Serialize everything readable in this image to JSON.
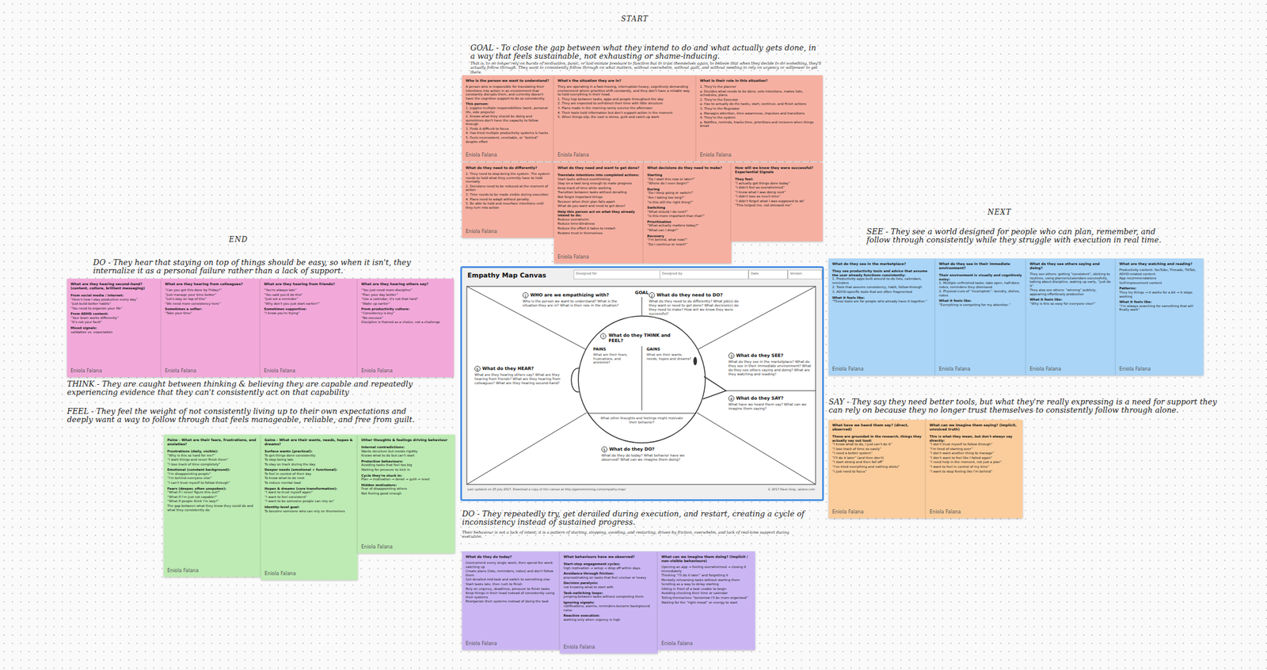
{
  "diagram": {
    "nodes": [
      {
        "text": [
          "Who is the person we want to understand?",
          "A person who is responsible for translating their intentions into action in an environment that constantly disrupts them, and currently doesn't have the cognitive support to do so consistently.",
          "This person:",
          "1. Juggles multiple responsibilities (work, personal life, side projects)",
          "2. Knows what they should be doing and sometimes don't have the capacity to follow through",
          "3. Finds it difficult to focus",
          "4. Has tried multiple productivity systems & hacks",
          "5. Feels inconsistent, unreliable, or “behind” despite effort",
          "Eniola Falana"
        ]
      },
      {
        "text": [
          "What's the situation they are in?",
          "They are operating in a fast-moving, interruption-heavy, cognitively demanding environment where priorities shift constantly, and they don't have a reliable way to hold everything in their head.",
          "1. They hop between tasks, apps and people throughout the day",
          "2. They are expected to self-direct their time with little structure",
          "3. Plans made in the morning rarely survive the afternoon",
          "4. Their tools hold information but don't support action in the moment",
          "5. When things slip, the cost is stress, guilt and catch-up work",
          "Eniola Falana"
        ]
      },
      {
        "text": [
          "What is their role in this situation?",
          "1. They're the planner",
          "a. Decides what needs to be done, sets intentions, makes lists, schedules, plans.",
          "2. They're the Executor",
          "a. Has to actually do the tasks, start, continue, and finish actions",
          "3. They're the Regulator",
          "a. Manages attention, time awareness, impulses and transitions",
          "4. They're the system",
          "a. Notifies, reminds, tracks time, prioritises and recovers when things break",
          "Eniola Falana"
        ]
      },
      {
        "text": [
          "What do they need to do differently?",
          "1. They need to stop being the system. The system needs to hold what they currently have to hold mentally.",
          "2. Decisions need to be reduced at the moment of action",
          "3. Time needs to be made visible during execution",
          "4. Plans need to adapt without penalty",
          "5. Be able to hold and resurface intentions until they turn into action",
          "Eniola Falana"
        ]
      },
      {
        "text": [
          "What do they need and want to get done?",
          "Translate intentions into completed actions:",
          "Start tasks without overthinking",
          "Stay on a task long enough to make progress",
          "Keep track of time while working",
          "Transition between tasks without derailing",
          "Not forget important things",
          "Recover when their plan falls apart",
          "What do you want and need to get done?",
          "Help this person act on what they already intend to do:",
          "Reduce overwhelm",
          "Reduce time-blindness",
          "Reduce the effort it takes to restart",
          "Restore trust in themselves",
          "Eniola Falana"
        ]
      },
      {
        "text": [
          "What decisions do they need to make?",
          "Starting",
          "“Do I start this now or later?”",
          "“Where do I even begin?”",
          "During",
          "“Do I keep going or switch?”",
          "“Am I taking too long?”",
          "“Is this still the right thing?”",
          "Switching",
          "“What should I do next?”",
          "“Is this more important than that?”",
          "Prioritisation",
          "“What actually matters today?”",
          "“What can I drop?”",
          "Recovery",
          "“I'm behind, what now?”",
          "“Do I continue or reset?”"
        ]
      },
      {
        "text": [
          "How will we know they were successful? Experiential Signals",
          "They feel:",
          "“I actually got things done today”",
          "“I didn't feel as overwhelmed”",
          "“I knew what I was doing next”",
          "“I didn't lose as much time”",
          "“I didn't forget what I was supposed to do”",
          "“This helped me, not stressed me”"
        ]
      },
      {
        "text": [
          "Empathy Map Canvas",
          "Designed for",
          "Designed by",
          "Date",
          "Version",
          "GOAL",
          "Last updated on 25 July 2017. Download a copy of this canvas at http://gamestorming.com/empathy-map/",
          "© 2017 Dave Gray, xplane.com"
        ]
      },
      {
        "text": [
          "1",
          "WHO are we empathizing with?",
          "Who is the person we want to understand? What is the situation they are in? What is their role in the situation?"
        ],
        "in": 7
      },
      {
        "text": [
          "2",
          "What do they need to DO?",
          "What do they need to do differently? What job(s) do they want or need to get done? What decision(s) do they need to make? How will we know they were successful?"
        ],
        "in": 7
      },
      {
        "text": [
          "7",
          "What do they THINK and FEEL?",
          "PAINS",
          "What are their fears, frustrations, and anxieties?",
          "GAINS",
          "What are their wants, needs, hopes and dreams?",
          "What other thoughts and feelings might motivate their behavior?"
        ],
        "in": 7
      },
      {
        "text": [
          "3",
          "What do they SEE?",
          "What do they see in the marketplace? What do they see in their immediate environment? What do they see others saying and doing? What are they watching and reading?"
        ],
        "in": 7
      },
      {
        "text": [
          "4",
          "What do they SAY?",
          "What have we heard them say? What can we imagine them saying?"
        ],
        "in": 7
      },
      {
        "text": [
          "5",
          "What do they DO?",
          "What do they do today? What behavior have we observed? What can we imagine them doing?"
        ],
        "in": 7
      },
      {
        "text": [
          "6",
          "What do they HEAR?",
          "What are they hearing others say? What are they hearing from friends? What are they hearing from colleagues? What are they hearing second-hand?"
        ],
        "in": 7
      },
      {
        "text": [
          "What are they hearing second-hand? (content, culture, brilliant messaging)",
          "From social media / internet:",
          "“Here's how I stay productive every day”",
          "“Just build better habits”",
          "“You need to organize your life”",
          "From ADHD content:",
          "“Your brain works differently”",
          "“It's not your fault”",
          "Mixed signals:",
          "validation vs. expectation",
          "Eniola Falana"
        ]
      },
      {
        "text": [
          "What are they hearing from colleagues?",
          "“Can you get this done by Friday?”",
          "“Just manage your time better”",
          "“Let's stay on top of this”",
          "“We need more consistency here”",
          "Sometimes a softer:",
          "“Take your time”",
          "Eniola Falana"
        ]
      },
      {
        "text": [
          "What are they hearing from friends?",
          "“You're always late”",
          "“You said you'd do this”",
          "“Just set a reminder”",
          "“Why don't you just start earlier?”",
          "Sometimes supportive:",
          "“I know you're trying”",
          "Eniola Falana"
        ]
      },
      {
        "text": [
          "What are they hearing others say?",
          "“You just need more discipline”",
          "“Plan your day better”",
          "“Use a calendar, it's not that hard”",
          "“Wake up earlier”",
          "From productivity culture:",
          "“Consistency is key”",
          "“No excuses”",
          "Discipline is framed as a choice, not a challenge",
          "Eniola Falana"
        ]
      },
      {
        "text": [
          "Pains - What are their fears, frustrations, and anxieties?",
          "Frustrations (daily, visible):",
          "“Why is this so hard for me?”",
          "“I start things and never finish them”",
          "“I lose track of time completely”",
          "Emotional (constant background):",
          "“I'm disappointing people”",
          "“I'm behind everyone else”",
          "“I can't trust myself to follow through”",
          "Fears (deeper, often unspoken):",
          "“What if I never figure this out?”",
          "“What if I'm just not capable?”",
          "“What if people think I'm lazy?”",
          "The gap between what they know they could do and what they consistently do.",
          "Eniola Falana"
        ]
      },
      {
        "text": [
          "Gains - What are their wants, needs, hopes & dreams?",
          "Surface wants (practical):",
          "To get things done consistently",
          "To stop being late",
          "To stay on track during the day",
          "Deeper needs (emotional + functional):",
          "To feel in control of their day",
          "To know what to do next",
          "To reduce mental load",
          "Hopes & dreams (core transformation):",
          "“I want to trust myself again”",
          "“I want to feel consistent”",
          "“I want to be someone people can rely on”",
          "Identity-level goal:",
          "To become someone who can rely on themselves",
          "Eniola Falana"
        ]
      },
      {
        "text": [
          "Other thoughts & feelings driving behaviour",
          "Internal contradictions:",
          "Wants structure but resists rigidity",
          "Knows what to do but can't start",
          "Protective behaviours:",
          "Avoiding tasks that feel too big",
          "Waiting for pressure to kick in",
          "Cycle they're stuck in:",
          "Plan → motivation → derail → guilt → reset",
          "Hidden motivators:",
          "Fear of disappointing others",
          "Not feeling good enough",
          "Eniola Falana"
        ]
      },
      {
        "text": [
          "What do they see in the marketplace?",
          "They see productivity tools and advice that assume the user already functions consistently:",
          "1. Productivity apps built around to-do lists, calendars, reminders",
          "2. Tools that assume consistency, habit, follow-through",
          "3. ADHD-specific tools that are often fragmented",
          "What it feels like:",
          "“These tools are for people who already have it together.”",
          "Eniola Falana"
        ]
      },
      {
        "text": [
          "What do they see in their immediate environment?",
          "Their environment is visually and cognitively noisy:",
          "1. Multiple unfinished tasks: tabs open, half-done notes, reminders they dismissed",
          "2. Physical cues of “incomplete”: laundry, dishes, notes",
          "What it feels like:",
          "“Everything is competing for my attention.”",
          "Eniola Falana"
        ]
      },
      {
        "text": [
          "What do they see others saying and doing?",
          "They see others: getting “consistent”, sticking to routines, using planners/calendars successfully, talking about discipline, waking up early, “just do it”",
          "They also see others: “winning” publicly, appearing effortlessly productive",
          "What it feels like:",
          "“Why is this so easy for everyone else?”",
          "Eniola Falana"
        ]
      },
      {
        "text": [
          "What are they watching and reading?",
          "Productivity content: YouTube, Threads, TikTok, ADHD-related content",
          "App recommendations",
          "Self-improvement content",
          "Patterns:",
          "They try things → it works for a bit → it stops working",
          "What it feels like:",
          "“I'm always searching for something that will finally work”",
          "Eniola Falana"
        ]
      },
      {
        "text": [
          "What have we heard them say? (direct, observed)",
          "These are grounded in the research, things they actually say out loud:",
          "“I know what to do, I just can't do it”",
          "“I lose track of time so easily”",
          "“I need a better system”",
          "“I'll do it later” (and then don't)",
          "“I start strong and then fall off”",
          "“I've tried everything and nothing sticks”",
          "“I just need to focus”",
          "Eniola Falana"
        ]
      },
      {
        "text": [
          "What can we imagine them saying? (implicit, unvoiced truth)",
          "This is what they mean, but don't always say directly:",
          "“I don't trust myself to follow through”",
          "“I'm tired of starting over”",
          "“I don't want another thing to manage”",
          "“I don't want to feel like I failed again”",
          "“I need help in the moment, not just a plan”",
          "“I want to feel in control of my time”",
          "“I want to stop feeling like I'm behind”",
          "Eniola Falana"
        ]
      },
      {
        "text": [
          "What do they do today?",
          "Overcommit every single week, then spend the week catching up",
          "Create plans (lists, reminders, notes) and don't follow them",
          "Get derailed mid-task and switch to something else",
          "Start tasks late, then rush to finish",
          "Rely on urgency, deadlines, pressure to finish tasks",
          "Keep things in their head instead of consistently using their systems",
          "Reorganize their systems instead of doing the task",
          "Eniola Falana"
        ]
      },
      {
        "text": [
          "What behaviours have we observed?",
          "Start-stop engagement cycles:",
          "high motivation → setup → drop off within days",
          "Avoidance through friction:",
          "procrastinating on tasks that feel unclear or heavy",
          "Decision paralysis:",
          "not knowing what to start with",
          "Task-switching loops:",
          "jumping between tasks without completing them",
          "Ignoring signals:",
          "notifications, alarms, reminders become background noise",
          "Reactive execution:",
          "working only when urgency is high",
          "Eniola Falana"
        ]
      },
      {
        "text": [
          "What can we imagine them doing? (implicit / non-visible behaviours)",
          "Opening an app → feeling overwhelmed → closing it immediately",
          "Thinking “I'll do it later” and forgetting it",
          "Mentally rehearsing tasks without starting them",
          "Scrolling as a way to delay starting",
          "Sitting in front of a task unable to begin",
          "Avoiding checking their time or calendar",
          "Telling themselves “tomorrow I'll be more organized”",
          "Waiting for the “right mood” or energy to start",
          "Eniola Falana"
        ]
      }
    ],
    "labels": [
      "START",
      "GOAL - To close the gap between what they intend to do and what actually gets done, in a way that feels sustainable, not exhausting or shame-inducing.",
      "That is, to no longer rely on bursts of motivation, panic, or last-minute pressure to function but to trust themselves again, to believe that when they decide to do something, they'll actually follow through. They want to consistently follow through on what matters, without overwhelm, without guilt, and without needing to rely on urgency or willpower to get there.",
      "END",
      "DO - They hear that staying on top of things should be easy, so when it isn't, they internalize it as a personal failure rather than a lack of support.",
      "THINK - They are caught between thinking & believing they are capable and repeatedly experiencing evidence that they can't consistently act on that capability",
      "FEEL - They feel the weight of not consistently living up to their own expectations and deeply want a way to follow through that feels manageable, reliable, and free from guilt.",
      "NEXT",
      "SEE - They see a world designed for people who can plan, remember, and follow through consistently while they struggle with execution in real time.",
      "SAY - They say they need better tools, but what they're really expressing is a need for support they can rely on because they no longer trust themselves to consistently follow through alone.",
      "DO - They repeatedly try, get derailed during execution, and restart, creating a cycle of inconsistency instead of sustained progress.",
      "Their behaviour is not a lack of intent; it is a pattern of starting, stopping, avoiding, and restarting, driven by friction, overwhelm, and lack of real-time support during execution."
    ]
  }
}
